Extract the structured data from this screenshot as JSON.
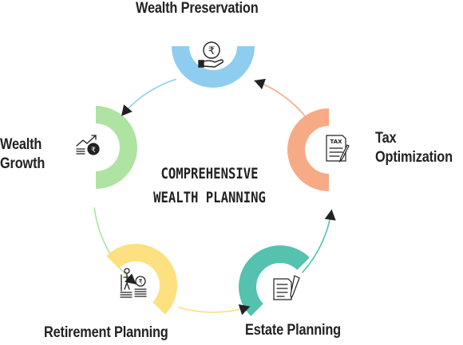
{
  "center": {
    "line1": "COMPREHENSIVE",
    "line2": "WEALTH PLANNING"
  },
  "stages": [
    {
      "label_lines": [
        "Wealth Preservation"
      ],
      "color": "#8ecdf0",
      "icon": "rupee-hand-icon"
    },
    {
      "label_lines": [
        "Tax",
        "Optimization"
      ],
      "color": "#f7aa86",
      "icon": "tax-document-icon"
    },
    {
      "label_lines": [
        "Estate Planning"
      ],
      "color": "#55c1af",
      "icon": "document-pen-icon"
    },
    {
      "label_lines": [
        "Retirement Planning"
      ],
      "color": "#fde07f",
      "icon": "retirement-coins-icon"
    },
    {
      "label_lines": [
        "Wealth",
        "Growth"
      ],
      "color": "#aee3a1",
      "icon": "growth-rupee-icon"
    }
  ],
  "colors": {
    "text": "#222222",
    "arrowhead": "#222222"
  }
}
